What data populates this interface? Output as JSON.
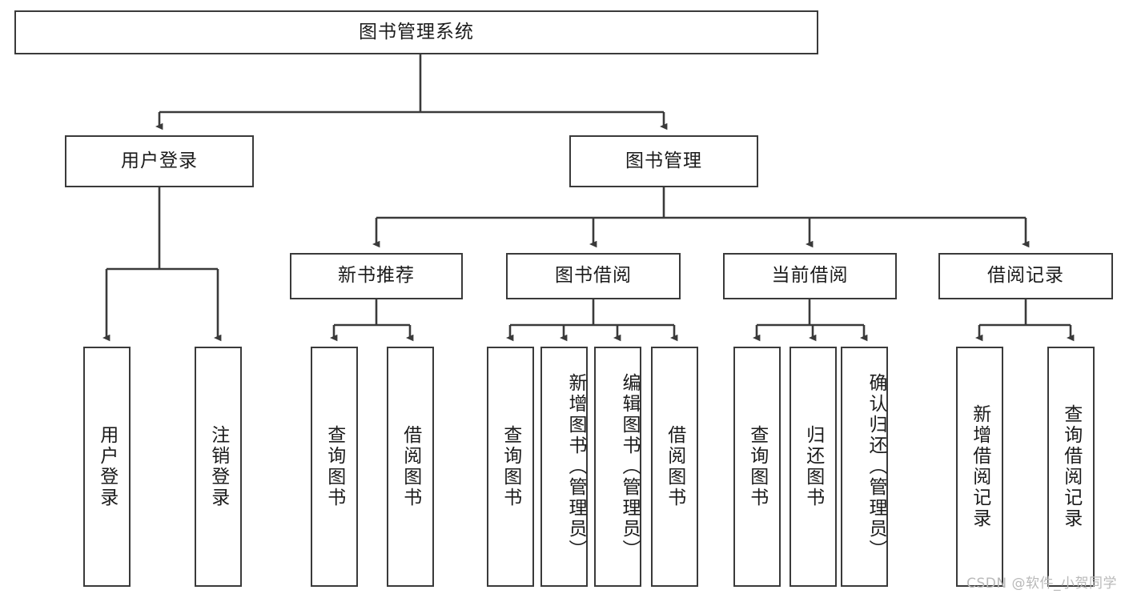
{
  "diagram": {
    "title": "图书管理系统",
    "type": "hierarchy-tree",
    "watermark": "CSDN @软件_小贺同学",
    "colors": {
      "stroke": "#3a3a3a",
      "fill": "#ffffff",
      "text": "#1b1b1b",
      "watermark": "#b9b9b9"
    },
    "nodes": {
      "root": {
        "label": "图书管理系统"
      },
      "level2": [
        {
          "id": "user-login",
          "label": "用户登录"
        },
        {
          "id": "book-manage",
          "label": "图书管理"
        }
      ],
      "level3": [
        {
          "id": "new-book-recommend",
          "label": "新书推荐"
        },
        {
          "id": "book-borrow",
          "label": "图书借阅"
        },
        {
          "id": "current-borrow",
          "label": "当前借阅"
        },
        {
          "id": "borrow-record",
          "label": "借阅记录"
        }
      ],
      "leaves": [
        {
          "id": "leaf-user-login",
          "label": "用户登录",
          "parent": "user-login"
        },
        {
          "id": "leaf-logout",
          "label": "注销登录",
          "parent": "user-login"
        },
        {
          "id": "leaf-query-book-1",
          "label": "查询图书",
          "parent": "new-book-recommend"
        },
        {
          "id": "leaf-borrow-book-1",
          "label": "借阅图书",
          "parent": "new-book-recommend"
        },
        {
          "id": "leaf-query-book-2",
          "label": "查询图书",
          "parent": "book-borrow"
        },
        {
          "id": "leaf-add-book",
          "label": "新增图书（管理员）",
          "parent": "book-borrow"
        },
        {
          "id": "leaf-edit-book",
          "label": "编辑图书（管理员）",
          "parent": "book-borrow"
        },
        {
          "id": "leaf-borrow-book-2",
          "label": "借阅图书",
          "parent": "book-borrow"
        },
        {
          "id": "leaf-query-book-3",
          "label": "查询图书",
          "parent": "current-borrow"
        },
        {
          "id": "leaf-return-book",
          "label": "归还图书",
          "parent": "current-borrow"
        },
        {
          "id": "leaf-confirm-return",
          "label": "确认归还（管理员）",
          "parent": "current-borrow"
        },
        {
          "id": "leaf-add-record",
          "label": "新增借阅记录",
          "parent": "borrow-record"
        },
        {
          "id": "leaf-query-record",
          "label": "查询借阅记录",
          "parent": "borrow-record"
        }
      ]
    }
  }
}
